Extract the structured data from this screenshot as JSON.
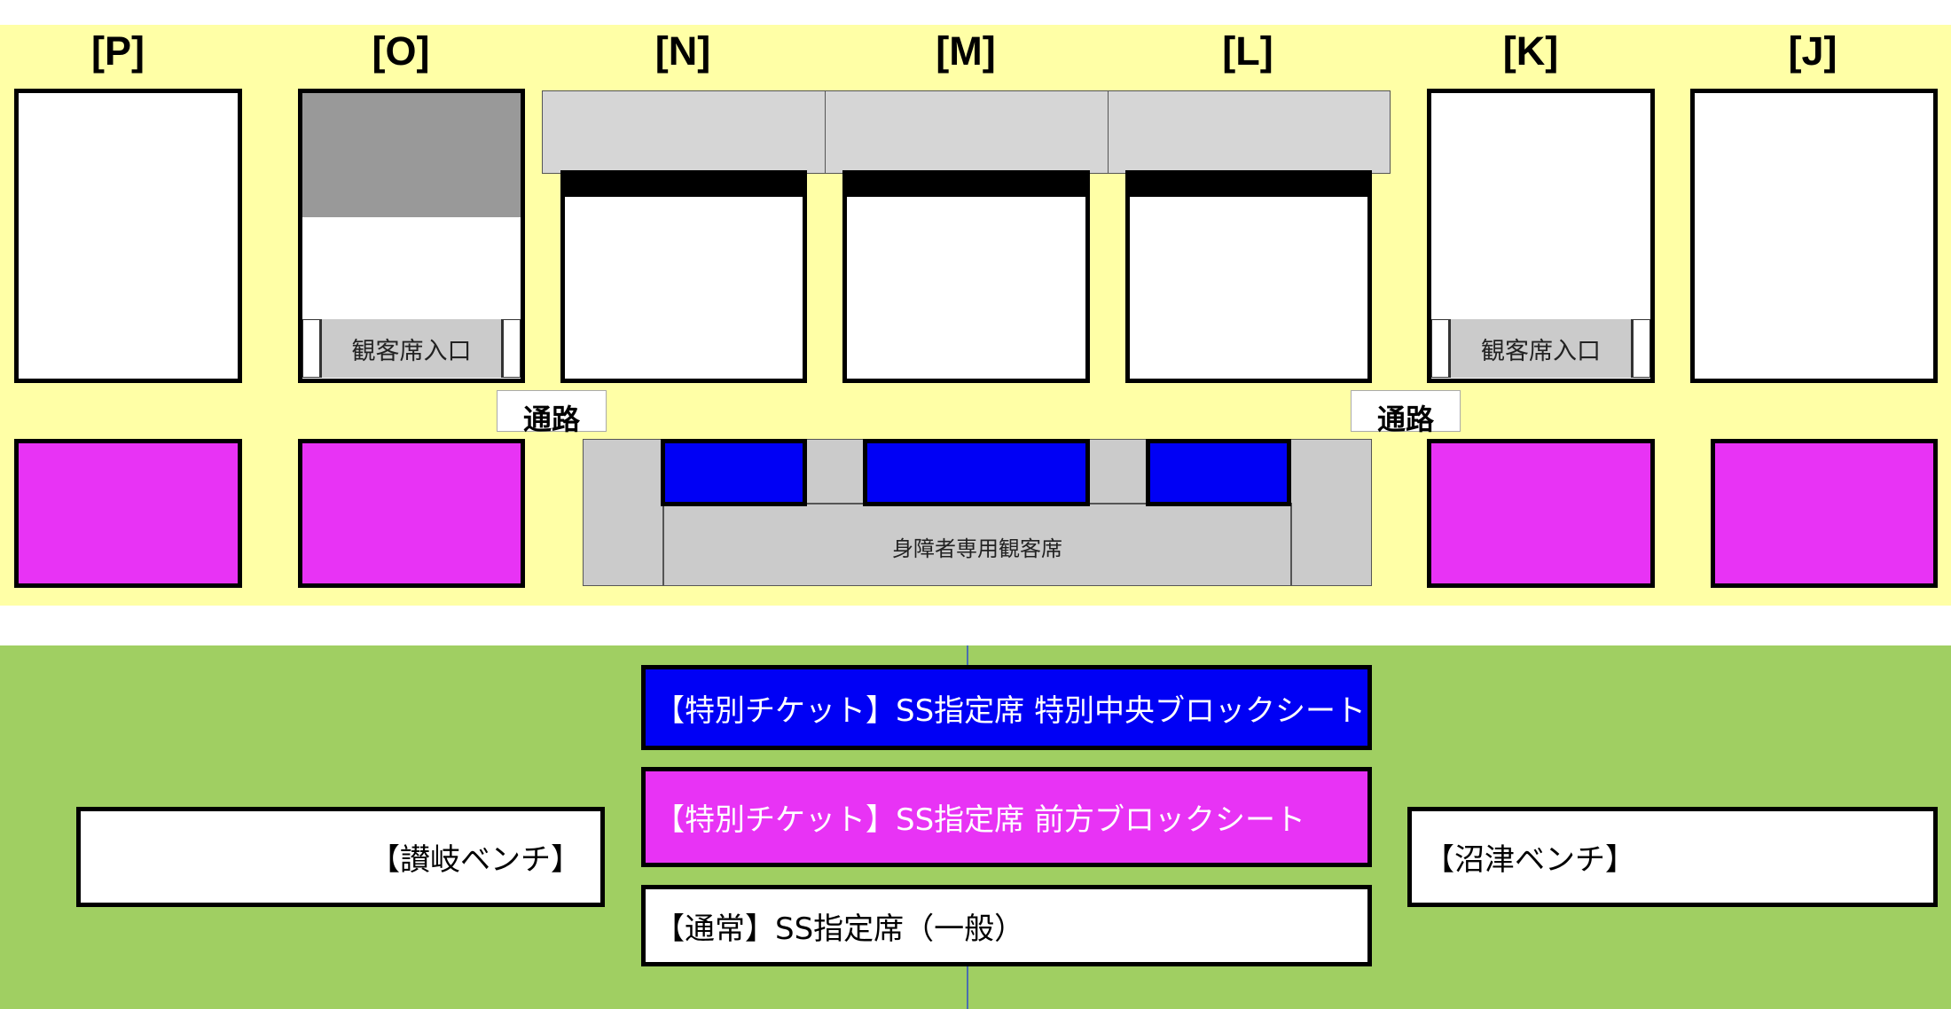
{
  "blocks": {
    "P": "[P]",
    "O": "[O]",
    "N": "[N]",
    "M": "[M]",
    "L": "[L]",
    "K": "[K]",
    "J": "[J]"
  },
  "entrance_o": "観客席入口",
  "entrance_k": "観客席入口",
  "passage_left": "通路",
  "passage_right": "通路",
  "accessible_seating": "身障者専用観客席",
  "legend": {
    "special_center": "【特別チケット】SS指定席 特別中央ブロックシート",
    "special_front": "【特別チケット】SS指定席 前方ブロックシート",
    "regular": "【通常】SS指定席（一般）",
    "sanuki_bench": "【讃岐ベンチ】",
    "numazu_bench": "【沼津ベンチ】"
  },
  "colors": {
    "background_stands": "#ffffa6",
    "background_field": "#a0cf62",
    "special_center": "#0000f5",
    "special_front": "#e833f5",
    "regular": "#ffffff",
    "restricted": "#999999"
  }
}
